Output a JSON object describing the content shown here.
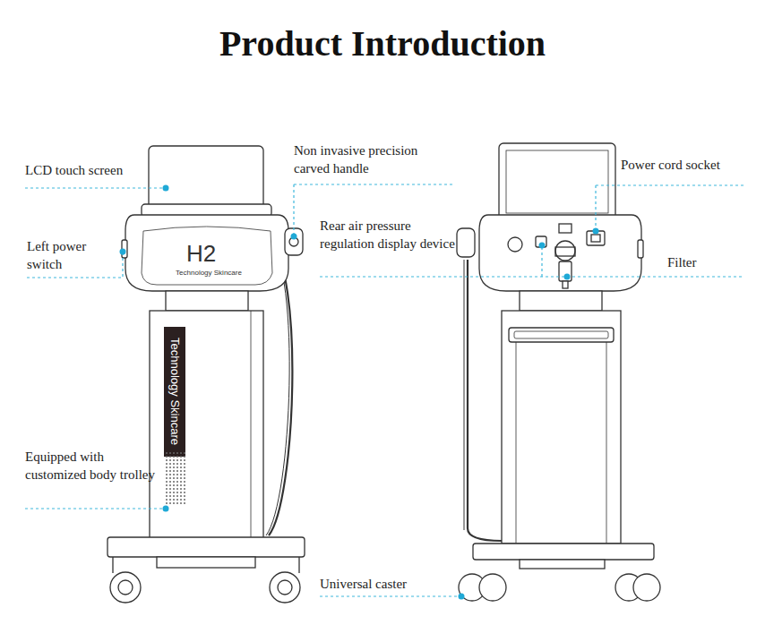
{
  "diagram": {
    "title": "Product Introduction",
    "labels": [
      "LCD touch screen",
      "Non invasive precision carved handle",
      "Left power switch",
      "Rear air pressure regulation display device",
      "Power cord socket",
      "Filter",
      "Equipped with customized body trolley",
      "Universal caster",
      "H2",
      "Technology Skincare",
      "Technology Skincare"
    ]
  }
}
